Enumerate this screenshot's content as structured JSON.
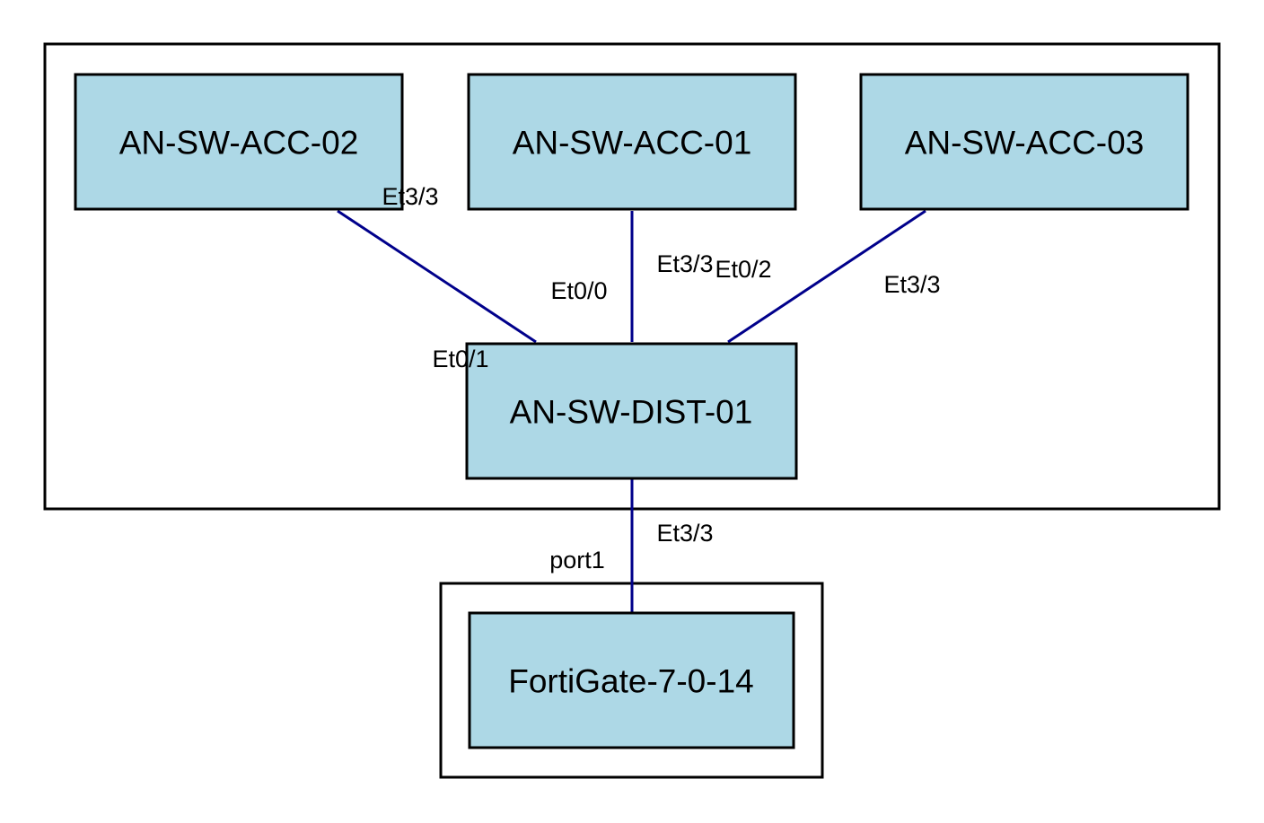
{
  "colors": {
    "node_fill": "#add8e6",
    "link_stroke": "#00008b",
    "border": "#000000"
  },
  "nodes": {
    "acc02": {
      "label": "AN-SW-ACC-02"
    },
    "acc01": {
      "label": "AN-SW-ACC-01"
    },
    "acc03": {
      "label": "AN-SW-ACC-03"
    },
    "dist01": {
      "label": "AN-SW-DIST-01"
    },
    "fortigate": {
      "label": "FortiGate-7-0-14"
    }
  },
  "links": {
    "acc02_dist": {
      "from": "AN-SW-ACC-02",
      "to": "AN-SW-DIST-01",
      "from_port": "Et3/3",
      "to_port": "Et0/1"
    },
    "acc01_dist": {
      "from": "AN-SW-ACC-01",
      "to": "AN-SW-DIST-01",
      "from_port": "Et3/3",
      "to_port": "Et0/0"
    },
    "acc03_dist": {
      "from": "AN-SW-ACC-03",
      "to": "AN-SW-DIST-01",
      "from_port": "Et3/3",
      "to_port": "Et0/2"
    },
    "dist_fgt": {
      "from": "AN-SW-DIST-01",
      "to": "FortiGate-7-0-14",
      "from_port": "Et3/3",
      "to_port": "port1"
    }
  }
}
